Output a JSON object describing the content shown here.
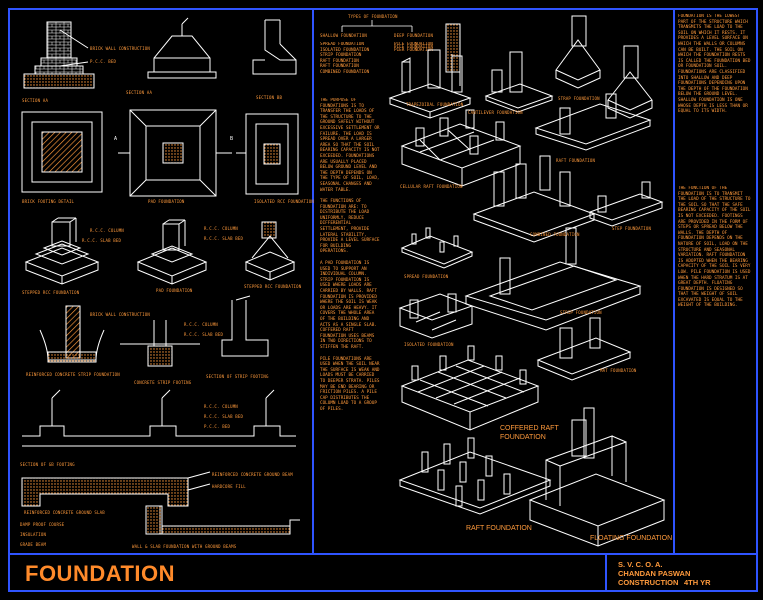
{
  "sheet": {
    "title": "FOUNDATION",
    "institute": "S. V. C. O. A.",
    "author": "CHANDAN PASWAN",
    "subject": "CONSTRUCTION",
    "year": "4TH YR"
  },
  "colors": {
    "background": "#000000",
    "border": "#2f54ff",
    "lines": "#ffffff",
    "text": "#ff9a3c",
    "hatch": "#ff9a3c"
  },
  "left_labels": {
    "brick_wall": "BRICK WALL CONSTRUCTION",
    "pcc_bed": "P.C.C. BED",
    "section_aa": "SECTION AA",
    "section_bb": "SECTION BB",
    "brick_footing": "BRICK FOOTING DETAIL",
    "pad_foundation": "PAD FOUNDATION",
    "rcc_column": "R.C.C. COLUMN",
    "rcc_slab": "R.C.C. SLAB BED",
    "stepped_foundation": "STEPPED RCC FOUNDATION",
    "pad_foundation2": "PAD FOUNDATION",
    "isolated": "ISOLATED RCC FOUNDATION",
    "reinforced_strip": "REINFORCED CONCRETE STRIP FOUNDATION",
    "concrete_strip": "CONCRETE STRIP FOOTING",
    "section_strip": "SECTION OF STRIP FOOTING",
    "rcc_column2": "R.C.C. COLUMN",
    "rcc_slab2": "R.C.C. SLAB BED",
    "pcc_bed2": "P.C.C. BED",
    "section_ground": "SECTION OF GB FOOTING",
    "rc_ground_beam": "REINFORCED CONCRETE GROUND BEAM",
    "hardcore": "HARDCORE FILL",
    "rc_ground_floor": "REINFORCED CONCRETE GROUND SLAB",
    "dpc": "DAMP PROOF COURSE",
    "insulation": "INSULATION",
    "grade_beam": "GRADE BEAM",
    "wall_foundation": "WALL & SLAB FOUNDATION WITH GROUND BEAMS",
    "a": "A",
    "b": "B"
  },
  "middle": {
    "header": "TYPES OF FOUNDATION",
    "shallow": "SHALLOW FOUNDATION",
    "deep": "DEEP FOUNDATION",
    "shallow_list": [
      "SPREAD FOUNDATION",
      "ISOLATED FOUNDATION",
      "STRIP FOUNDATION",
      "RAFT FOUNDATION",
      "RAFT FOUNDATION",
      "COMBINED FOUNDATION"
    ],
    "deep_list": [
      "PILE FOUNDATION",
      "PIER FOUNDATION"
    ],
    "para1": "THE PURPOSE OF FOUNDATIONS IS TO TRANSFER THE LOADS OF THE STRUCTURE TO THE GROUND SAFELY WITHOUT EXCESSIVE SETTLEMENT OR FAILURE. THE LOAD IS SPREAD OVER A LARGER AREA SO THAT THE SOIL BEARING CAPACITY IS NOT EXCEEDED. FOUNDATIONS ARE USUALLY PLACED BELOW GROUND LEVEL AND THE DEPTH DEPENDS ON THE TYPE OF SOIL, LOAD, SEASONAL CHANGES AND WATER TABLE.",
    "para2": "THE FUNCTIONS OF FOUNDATION ARE: TO DISTRIBUTE THE LOAD UNIFORMLY, REDUCE DIFFERENTIAL SETTLEMENT, PROVIDE LATERAL STABILITY, PROVIDE A LEVEL SURFACE FOR BUILDING OPERATIONS.",
    "para3": "A PAD FOUNDATION IS USED TO SUPPORT AN INDIVIDUAL COLUMN. STRIP FOUNDATION IS USED WHERE LOADS ARE CARRIED BY WALLS. RAFT FOUNDATION IS PROVIDED WHERE THE SOIL IS WEAK OR LOADS ARE HEAVY. IT COVERS THE WHOLE AREA OF THE BUILDING AND ACTS AS A SINGLE SLAB. COFFERED RAFT FOUNDATION USES BEAMS IN TWO DIRECTIONS TO STIFFEN THE RAFT.",
    "para4": "PILE FOUNDATIONS ARE USED WHEN THE SOIL NEAR THE SURFACE IS WEAK AND LOADS MUST BE CARRIED TO DEEPER STRATA. PILES MAY BE END BEARING OR FRICTION PILES. A PILE CAP DISTRIBUTES THE COLUMN LOAD TO A GROUP OF PILES."
  },
  "right_labels": {
    "pile": "PILE FOUNDATION",
    "trapezoidal": "TRAPEZOIDAL FOUNDATION",
    "cantilever": "CANTILEVER FOUNDATION",
    "strap": "STRAP FOUNDATION",
    "raft_small": "RAFT FOUNDATION",
    "cellular": "CELLULAR RAFT FOUNDATION",
    "combined": "COMBINED FOUNDATION",
    "step": "STEP FOUNDATION",
    "spread": "SPREAD FOUNDATION",
    "strip": "STRIP FOUNDATION",
    "isolated": "ISOLATED FOUNDATION",
    "mat": "MAT FOUNDATION",
    "coffered": "COFFERED RAFT FOUNDATION",
    "raft": "RAFT FOUNDATION",
    "floating": "FLOATING FOUNDATION",
    "deep_label": "DEEP FOUNDATION"
  },
  "side_notes": {
    "note1": "FOUNDATION IS THE LOWEST PART OF THE STRUCTURE WHICH TRANSMITS THE LOAD TO THE SOIL ON WHICH IT RESTS. IT PROVIDES A LEVEL SURFACE ON WHICH THE WALLS OR COLUMNS CAN BE BUILT. THE SOIL ON WHICH THE FOUNDATION RESTS IS CALLED THE FOUNDATION BED OR FOUNDATION SOIL. FOUNDATIONS ARE CLASSIFIED INTO SHALLOW AND DEEP FOUNDATIONS DEPENDING UPON THE DEPTH OF THE FOUNDATION BELOW THE GROUND LEVEL. SHALLOW FOUNDATION IS ONE WHOSE DEPTH IS LESS THAN OR EQUAL TO ITS WIDTH.",
    "note2": "THE FUNCTION OF THE FOUNDATION IS TO TRANSMIT THE LOAD OF THE STRUCTURE TO THE SOIL SO THAT THE SAFE BEARING CAPACITY OF THE SOIL IS NOT EXCEEDED. FOOTINGS ARE PROVIDED IN THE FORM OF STEPS OR SPREAD BELOW THE WALLS. THE DEPTH OF FOUNDATION DEPENDS ON THE NATURE OF SOIL, LOAD ON THE STRUCTURE AND SEASONAL VARIATION. RAFT FOUNDATION IS ADOPTED WHEN THE BEARING CAPACITY OF THE SOIL IS VERY LOW. PILE FOUNDATION IS USED WHEN THE HARD STRATUM IS AT GREAT DEPTH. FLOATING FOUNDATION IS DESIGNED SO THAT THE WEIGHT OF SOIL EXCAVATED IS EQUAL TO THE WEIGHT OF THE BUILDING."
  }
}
